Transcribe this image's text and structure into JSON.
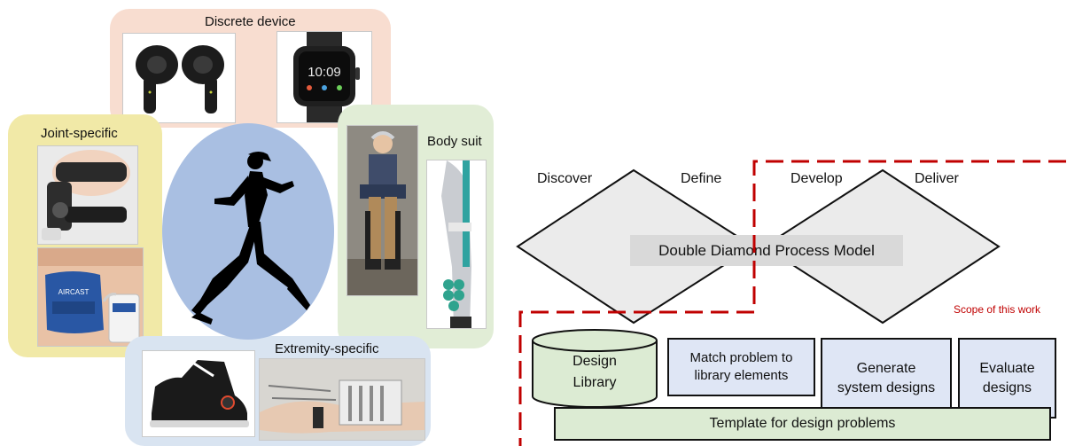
{
  "categories": {
    "discrete_device": "Discrete device",
    "joint_specific": "Joint-specific",
    "body_suit": "Body suit",
    "extremity_specific": "Extremity-specific"
  },
  "photos": {
    "earbuds_label": "earbuds",
    "watch_time": "10:09",
    "knee_brace_brand": "AIRCAST"
  },
  "process": {
    "discover": "Discover",
    "define": "Define",
    "develop": "Develop",
    "deliver": "Deliver",
    "model_title": "Double Diamond Process Model",
    "scope_label": "Scope of this work"
  },
  "framework": {
    "library_line1": "Design",
    "library_line2": "Library",
    "match_line1": "Match problem to",
    "match_line2": "library elements",
    "generate_line1": "Generate",
    "generate_line2": "system designs",
    "evaluate_line1": "Evaluate",
    "evaluate_line2": "designs",
    "template": "Template for design problems"
  },
  "colors": {
    "discrete_panel": "#f8ddd0",
    "joint_panel": "#f1e9a7",
    "bodysuit_panel": "#e1edd6",
    "extremity_panel": "#d9e4f1",
    "runner_circle": "#a9bfe2",
    "scope_dash": "#c00000",
    "diamond_fill": "#ebebeb"
  }
}
